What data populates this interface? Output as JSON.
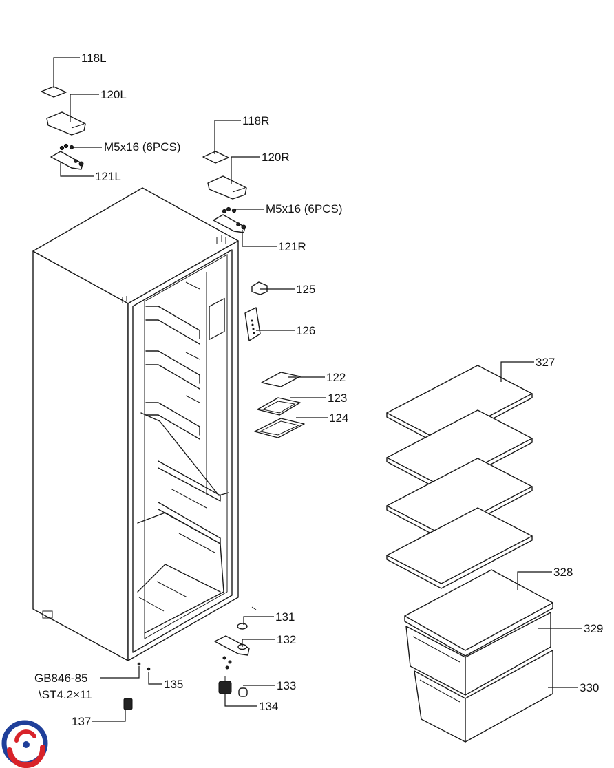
{
  "callouts": {
    "c118L": "118L",
    "c120L": "120L",
    "cM5L": "M5x16 (6PCS)",
    "c121L": "121L",
    "c118R": "118R",
    "c120R": "120R",
    "cM5R": "M5x16 (6PCS)",
    "c121R": "121R",
    "c125": "125",
    "c126": "126",
    "c122": "122",
    "c123": "123",
    "c124": "124",
    "c327": "327",
    "c328": "328",
    "c329": "329",
    "c330": "330",
    "c131": "131",
    "c132": "132",
    "c133": "133",
    "c134": "134",
    "c135": "135",
    "cGB1": "GB846-85",
    "cGB2": "\\ST4.2×11",
    "c137": "137"
  },
  "logo": {
    "colors": [
      "#1f3f9a",
      "#d8232a"
    ]
  }
}
